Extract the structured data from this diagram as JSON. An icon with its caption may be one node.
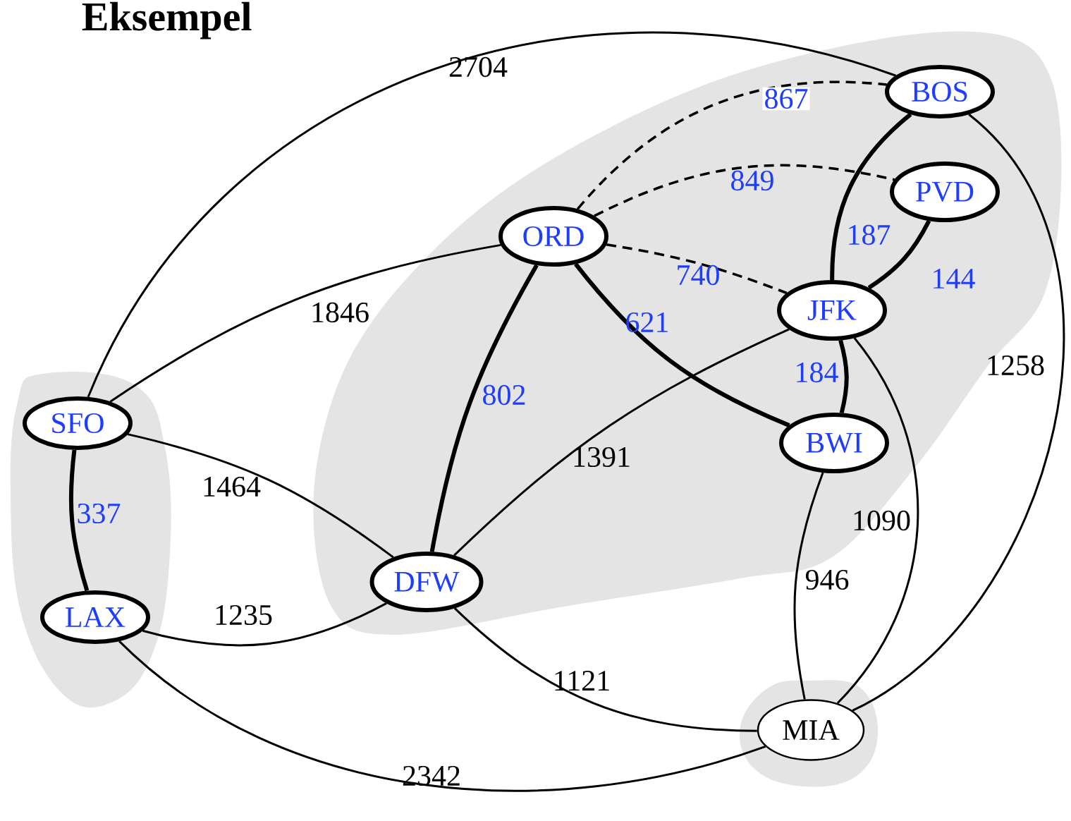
{
  "diagram": {
    "title": "Eksempel",
    "nodes": [
      {
        "text": [
          "SFO"
        ]
      },
      {
        "text": [
          "LAX"
        ]
      },
      {
        "text": [
          "ORD"
        ]
      },
      {
        "text": [
          "DFW"
        ]
      },
      {
        "text": [
          "BOS"
        ]
      },
      {
        "text": [
          "PVD"
        ]
      },
      {
        "text": [
          "JFK"
        ]
      },
      {
        "text": [
          "BWI"
        ]
      },
      {
        "text": [
          "MIA"
        ]
      }
    ],
    "edges": [
      {
        "from": 0,
        "to": 4,
        "arrow": "none",
        "label": "2704"
      },
      {
        "from": 0,
        "to": 2,
        "arrow": "none",
        "label": "1846"
      },
      {
        "from": 0,
        "to": 3,
        "arrow": "none",
        "label": "1464"
      },
      {
        "from": 0,
        "to": 1,
        "arrow": "none",
        "label": "337",
        "style": "thick"
      },
      {
        "from": 1,
        "to": 3,
        "arrow": "none",
        "label": "1235"
      },
      {
        "from": 1,
        "to": 8,
        "arrow": "none",
        "label": "2342"
      },
      {
        "from": 2,
        "to": 4,
        "arrow": "none",
        "label": "867",
        "style": "dashed"
      },
      {
        "from": 2,
        "to": 5,
        "arrow": "none",
        "label": "849",
        "style": "dashed"
      },
      {
        "from": 2,
        "to": 6,
        "arrow": "none",
        "label": "740",
        "style": "dashed"
      },
      {
        "from": 2,
        "to": 3,
        "arrow": "none",
        "label": "802",
        "style": "thick"
      },
      {
        "from": 2,
        "to": 7,
        "arrow": "none",
        "label": "621",
        "style": "thick"
      },
      {
        "from": 4,
        "to": 6,
        "arrow": "none",
        "label": "187",
        "style": "thick"
      },
      {
        "from": 5,
        "to": 6,
        "arrow": "none",
        "label": "144",
        "style": "thick"
      },
      {
        "from": 6,
        "to": 7,
        "arrow": "none",
        "label": "184",
        "style": "thick"
      },
      {
        "from": 6,
        "to": 3,
        "arrow": "none",
        "label": "1391"
      },
      {
        "from": 6,
        "to": 8,
        "arrow": "none",
        "label": "1090"
      },
      {
        "from": 7,
        "to": 8,
        "arrow": "none",
        "label": "946"
      },
      {
        "from": 4,
        "to": 8,
        "arrow": "none",
        "label": "1258"
      },
      {
        "from": 3,
        "to": 8,
        "arrow": "none",
        "label": "1121"
      }
    ]
  }
}
